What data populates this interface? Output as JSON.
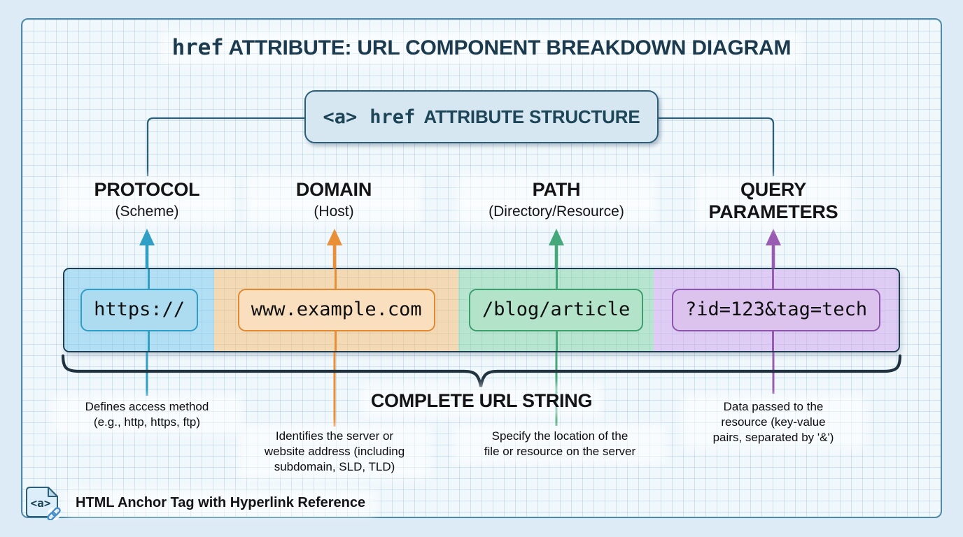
{
  "title": {
    "code": "href",
    "text": "ATTRIBUTE: URL COMPONENT BREAKDOWN DIAGRAM"
  },
  "structure_box": {
    "tag": "<a>",
    "code": "href",
    "label": "ATTRIBUTE STRUCTURE"
  },
  "complete_url_label": "COMPLETE URL STRING",
  "components": [
    {
      "name": "PROTOCOL",
      "subtitle": "(Scheme)",
      "value": "https://",
      "description": "Defines access method\n(e.g., http, https, ftp)",
      "colors": {
        "accent": "#2f9fc5",
        "segment_bg": "rgba(125,203,236,0.55)",
        "box_bg": "#addcf0",
        "box_border": "#2f9dc4"
      }
    },
    {
      "name": "DOMAIN",
      "subtitle": "(Host)",
      "value": "www.example.com",
      "description": "Identifies the server or\nwebsite address (including\nsubdomain, SLD, TLD)",
      "colors": {
        "accent": "#e88f38",
        "segment_bg": "rgba(248,185,110,0.50)",
        "box_bg": "#fadfbe",
        "box_border": "#e08a33"
      }
    },
    {
      "name": "PATH",
      "subtitle": "(Directory/Resource)",
      "value": "/blog/article",
      "description": "Specify the location of the\nfile or resource on the server",
      "colors": {
        "accent": "#45a87a",
        "segment_bg": "rgba(135,214,170,0.55)",
        "box_bg": "#b3e4c9",
        "box_border": "#3f9e6e"
      }
    },
    {
      "name": "QUERY PARAMETERS",
      "subtitle": "",
      "value": "?id=123&tag=tech",
      "description": "Data passed to the\nresource (key-value\npairs, separated by '&')",
      "colors": {
        "accent": "#9a5cb3",
        "segment_bg": "rgba(205,160,235,0.50)",
        "box_bg": "#dcc3ee",
        "box_border": "#8e55ad"
      }
    }
  ],
  "footer": {
    "icon_tag": "<a>",
    "label": "HTML Anchor Tag with Hyperlink Reference"
  },
  "theme": {
    "ink": "#1e3d52",
    "connector": "#2b5f78",
    "brace": "#20323f",
    "frame_border": "#4e8aa8",
    "title_color": "#1b3a4e"
  }
}
